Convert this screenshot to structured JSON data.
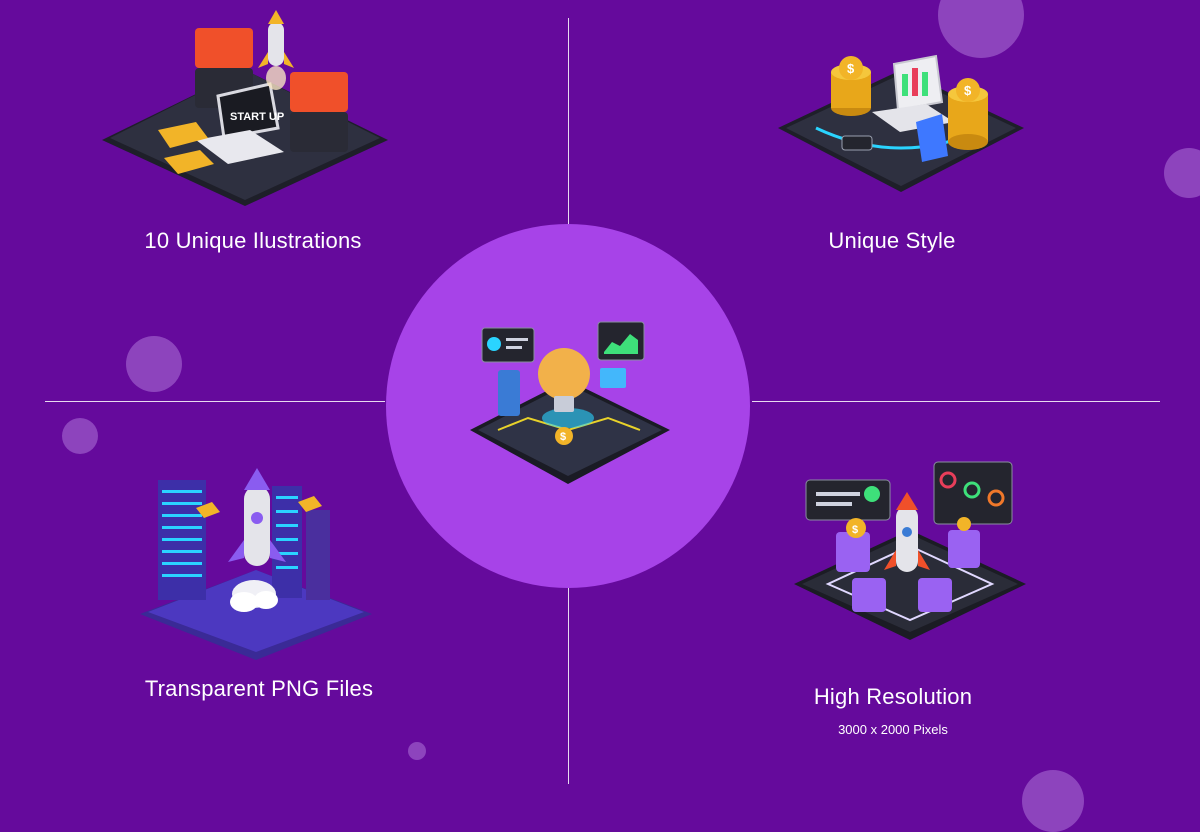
{
  "captions": {
    "top_left": "10 Unique Ilustrations",
    "top_right": "Unique Style",
    "bottom_left": "Transparent PNG Files",
    "bottom_right": "High Resolution",
    "bottom_right_sub": "3000 x 2000 Pixels"
  },
  "illustrations": {
    "top_left_board_text": "START UP"
  },
  "colors": {
    "background": "#650a9c",
    "center_circle": "#a743e8",
    "bubble": "#be8ce6",
    "platform": "#23242e",
    "accent_orange": "#f0502a",
    "accent_gold": "#f2b428",
    "accent_purple": "#8a5cf0",
    "accent_cyan": "#2ad4ff"
  },
  "icons": [
    "startup-illustration",
    "finance-illustration",
    "idea-illustration",
    "city-rocket-illustration",
    "rocket-dashboard-illustration"
  ]
}
